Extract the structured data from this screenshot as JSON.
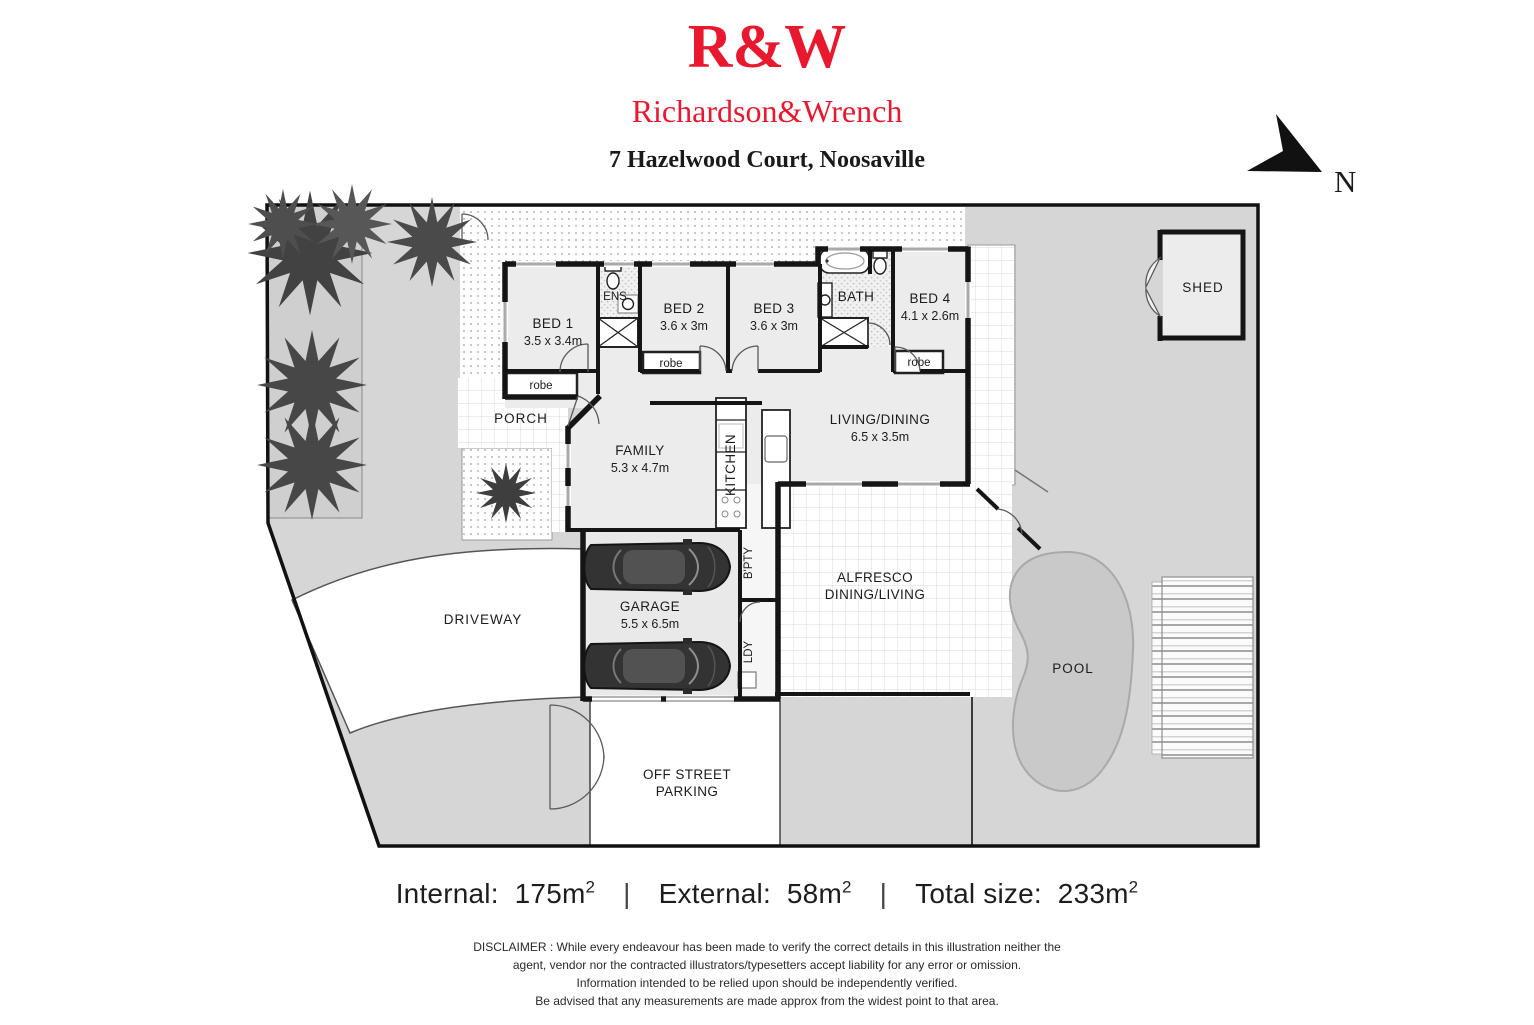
{
  "header": {
    "logo": "R&W",
    "brand": "Richardson&Wrench",
    "address": "7 Hazelwood Court, Noosaville",
    "brand_color": "#e8192f",
    "compass": "N"
  },
  "rooms": {
    "bed1": {
      "name": "BED 1",
      "dims": "3.5 x 3.4m"
    },
    "ens": {
      "name": "ENS"
    },
    "bed2": {
      "name": "BED 2",
      "dims": "3.6 x 3m"
    },
    "bed3": {
      "name": "BED 3",
      "dims": "3.6 x 3m"
    },
    "bath": {
      "name": "BATH"
    },
    "bed4": {
      "name": "BED 4",
      "dims": "4.1 x 2.6m"
    },
    "robe": "robe",
    "porch": "PORCH",
    "family": {
      "name": "FAMILY",
      "dims": "5.3 x 4.7m"
    },
    "kitchen": "KITCHEN",
    "living": {
      "name": "LIVING/DINING",
      "dims": "6.5 x 3.5m"
    },
    "bpty": "B'PTY",
    "ldy": "LDY",
    "garage": {
      "name": "GARAGE",
      "dims": "5.5 x 6.5m"
    },
    "alfresco": {
      "line1": "ALFRESCO",
      "line2": "DINING/LIVING"
    },
    "driveway": "DRIVEWAY",
    "parking": {
      "line1": "OFF STREET",
      "line2": "PARKING"
    },
    "pool": "POOL",
    "shed": "SHED"
  },
  "summary": {
    "separator": "|",
    "internal": {
      "label": "Internal:",
      "value": "175m",
      "sup": "2"
    },
    "external": {
      "label": "External:",
      "value": "58m",
      "sup": "2"
    },
    "total": {
      "label": "Total size:",
      "value": "233m",
      "sup": "2"
    }
  },
  "disclaimer": [
    "DISCLAIMER : While every endeavour has been made to verify the correct details in this illustration neither the",
    "agent, vendor nor the contracted illustrators/typesetters accept liability for any error or omission.",
    "Information intended to be relied upon should be independently verified.",
    "Be advised that any measurements are made approx from the widest point to that area."
  ]
}
